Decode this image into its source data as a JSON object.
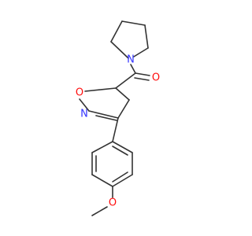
{
  "colors": {
    "bond": "#333333",
    "oxygen": "#ff0d0d",
    "nitrogen": "#3333ff",
    "background": "#ffffff"
  },
  "labels": {
    "pyrrolidine_n": "N",
    "carbonyl_o": "O",
    "ring_o": "O",
    "ring_n": "N",
    "methoxy_o": "O"
  }
}
